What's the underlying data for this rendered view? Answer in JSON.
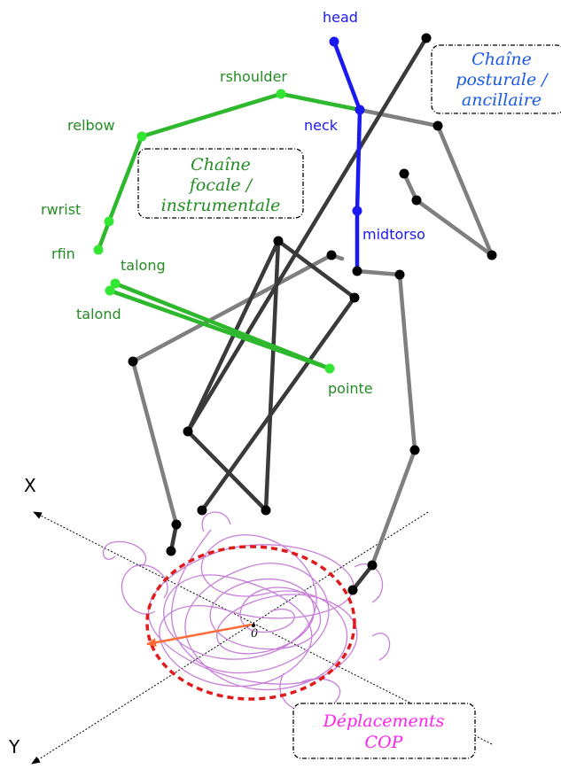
{
  "colors": {
    "blue": "#1a1af0",
    "blue_text": "#1a5ae8",
    "green": "#2db82d",
    "green_text": "#238c23",
    "dark": "#3a3a3a",
    "gray": "#7f7f7f",
    "magenta": "#ff22ee",
    "cop_path": "#c77fd9",
    "red": "#e01a1a",
    "orange": "#ff6b35"
  },
  "labels": {
    "head": "head",
    "neck": "neck",
    "midtorso": "midtorso",
    "rshoulder": "rshoulder",
    "relbow": "relbow",
    "rwrist": "rwrist",
    "rfin": "rfin",
    "talong": "talong",
    "talond": "talond",
    "pointe": "pointe"
  },
  "boxes": {
    "postural": [
      "Chaîne",
      "posturale /",
      "ancillaire"
    ],
    "focal": [
      "Chaîne",
      "focale /",
      "instrumentale"
    ],
    "cop": [
      "Déplacements",
      "COP"
    ]
  },
  "axes": {
    "x": "X",
    "y": "Y",
    "origin": "0"
  }
}
